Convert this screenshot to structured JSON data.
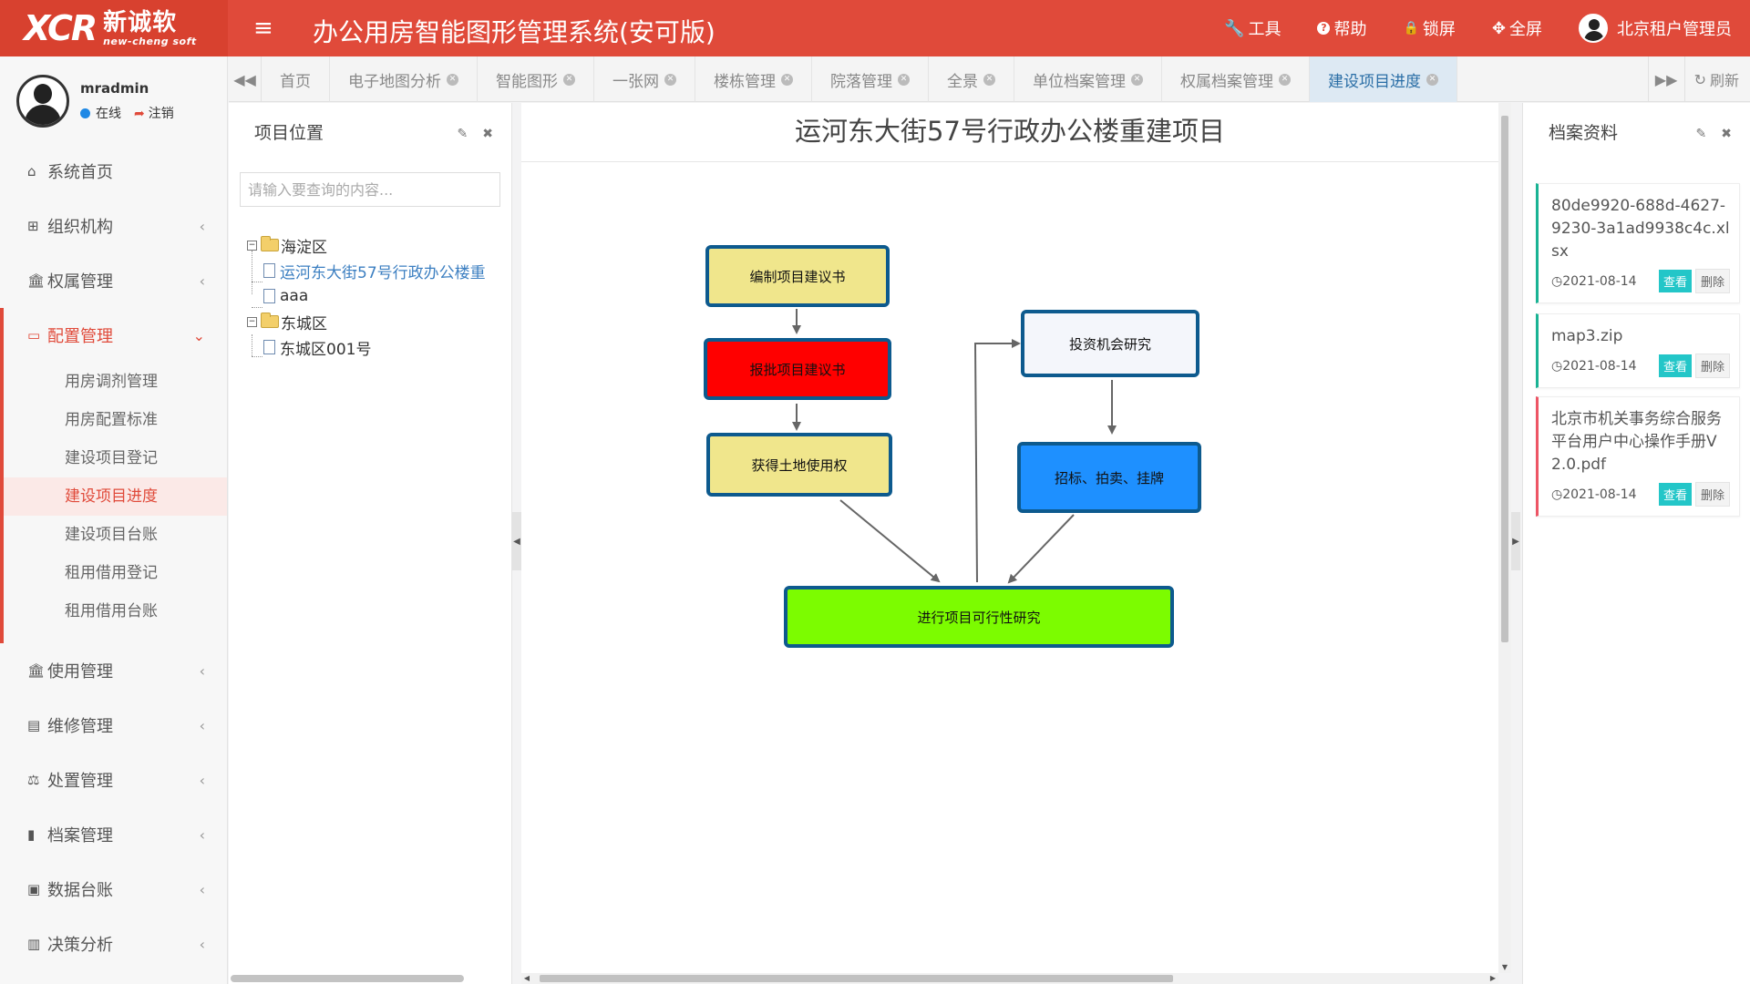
{
  "header": {
    "logo_mark": "XCR",
    "logo_cn": "新诚软",
    "logo_en": "new-cheng soft",
    "menu_toggle": "≡",
    "title": "办公用房智能图形管理系统(安可版)",
    "actions": [
      {
        "icon": "wrench-icon",
        "label": "工具"
      },
      {
        "icon": "help-icon",
        "label": "帮助"
      },
      {
        "icon": "lock-icon",
        "label": "锁屏"
      },
      {
        "icon": "fullscreen-icon",
        "label": "全屏"
      }
    ],
    "user_label": "北京租户管理员"
  },
  "sidebar": {
    "username": "mradmin",
    "status_online": "在线",
    "logout": "注销",
    "items": [
      {
        "icon": "home-icon",
        "label": "系统首页"
      },
      {
        "icon": "sitemap-icon",
        "label": "组织机构"
      },
      {
        "icon": "bank-icon",
        "label": "权属管理"
      }
    ],
    "active_group": {
      "icon": "config-icon",
      "label": "配置管理",
      "children": [
        "用房调剂管理",
        "用房配置标准",
        "建设项目登记",
        "建设项目进度",
        "建设项目台账",
        "租用借用登记",
        "租用借用台账"
      ],
      "active_child": "建设项目进度"
    },
    "items_after": [
      {
        "icon": "bank-icon",
        "label": "使用管理"
      },
      {
        "icon": "idcard-icon",
        "label": "维修管理"
      },
      {
        "icon": "scale-icon",
        "label": "处置管理"
      },
      {
        "icon": "book-icon",
        "label": "档案管理"
      },
      {
        "icon": "archive-icon",
        "label": "数据台账"
      },
      {
        "icon": "barchart-icon",
        "label": "决策分析"
      }
    ]
  },
  "tabs": {
    "items": [
      "首页",
      "电子地图分析",
      "智能图形",
      "一张网",
      "楼栋管理",
      "院落管理",
      "全景",
      "单位档案管理",
      "权属档案管理",
      "建设项目进度"
    ],
    "active": "建设项目进度",
    "refresh": "刷新"
  },
  "left_panel": {
    "title": "项目位置",
    "search_placeholder": "请输入要查询的内容...",
    "tree": {
      "n1": "海淀区",
      "n1a": "运河东大街57号行政办公楼重",
      "n1b": "aaa",
      "n2": "东城区",
      "n2a": "东城区001号"
    }
  },
  "center": {
    "title": "运河东大街57号行政办公楼重建项目",
    "flow": {
      "step1": {
        "label": "编制项目建议书",
        "color": "#f0e68c"
      },
      "step2": {
        "label": "报批项目建议书",
        "color": "#ff0000"
      },
      "step3": {
        "label": "获得土地使用权",
        "color": "#f0e68c"
      },
      "step4": {
        "label": "投资机会研究",
        "color": "#f4f6fb"
      },
      "step5": {
        "label": "招标、拍卖、挂牌",
        "color": "#1e90ff"
      },
      "step6": {
        "label": "进行项目可行性研究",
        "color": "#7cfc00"
      }
    }
  },
  "right_panel": {
    "title": "档案资料",
    "view_label": "查看",
    "delete_label": "删除",
    "files": [
      {
        "name": "80de9920-688d-4627-9230-3a1ad9938c4c.xlsx",
        "date": "2021-08-14"
      },
      {
        "name": "map3.zip",
        "date": "2021-08-14"
      },
      {
        "name": "北京市机关事务综合服务平台用户中心操作手册V2.0.pdf",
        "date": "2021-08-14"
      }
    ]
  }
}
